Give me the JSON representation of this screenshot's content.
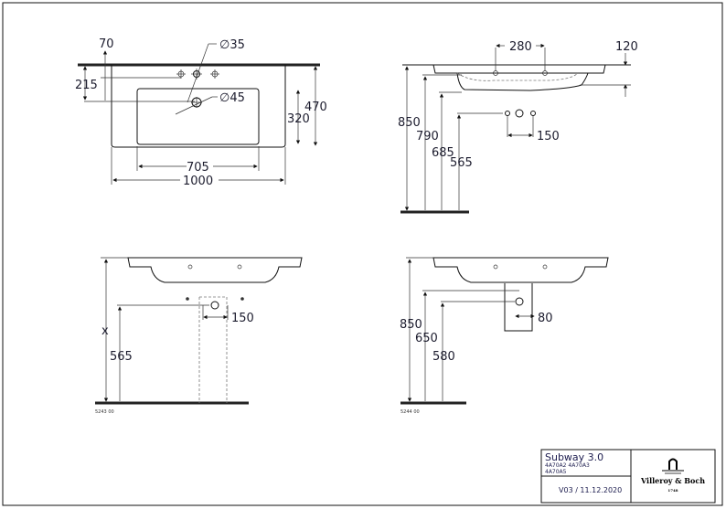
{
  "top_view": {
    "d70": "70",
    "d215": "215",
    "d35": "∅35",
    "d45": "∅45",
    "d320": "320",
    "d470": "470",
    "d705": "705",
    "d1000": "1000"
  },
  "side_view": {
    "d280": "280",
    "d120": "120",
    "d850": "850",
    "d790": "790",
    "d685": "685",
    "d565": "565",
    "d150": "150"
  },
  "pedestal_view": {
    "dx": "x",
    "d565": "565",
    "d150": "150",
    "code": "5243 00"
  },
  "halfpedestal_view": {
    "d850": "850",
    "d650": "650",
    "d580": "580",
    "d80": "80",
    "code": "5244 00"
  },
  "title_block": {
    "product": "Subway 3.0",
    "articles_1": "4A70A2 4A70A3",
    "articles_2": "4A70A5",
    "version": "V03 / 11.12.2020",
    "brand": "Villeroy & Boch",
    "brand_year": "1748"
  }
}
